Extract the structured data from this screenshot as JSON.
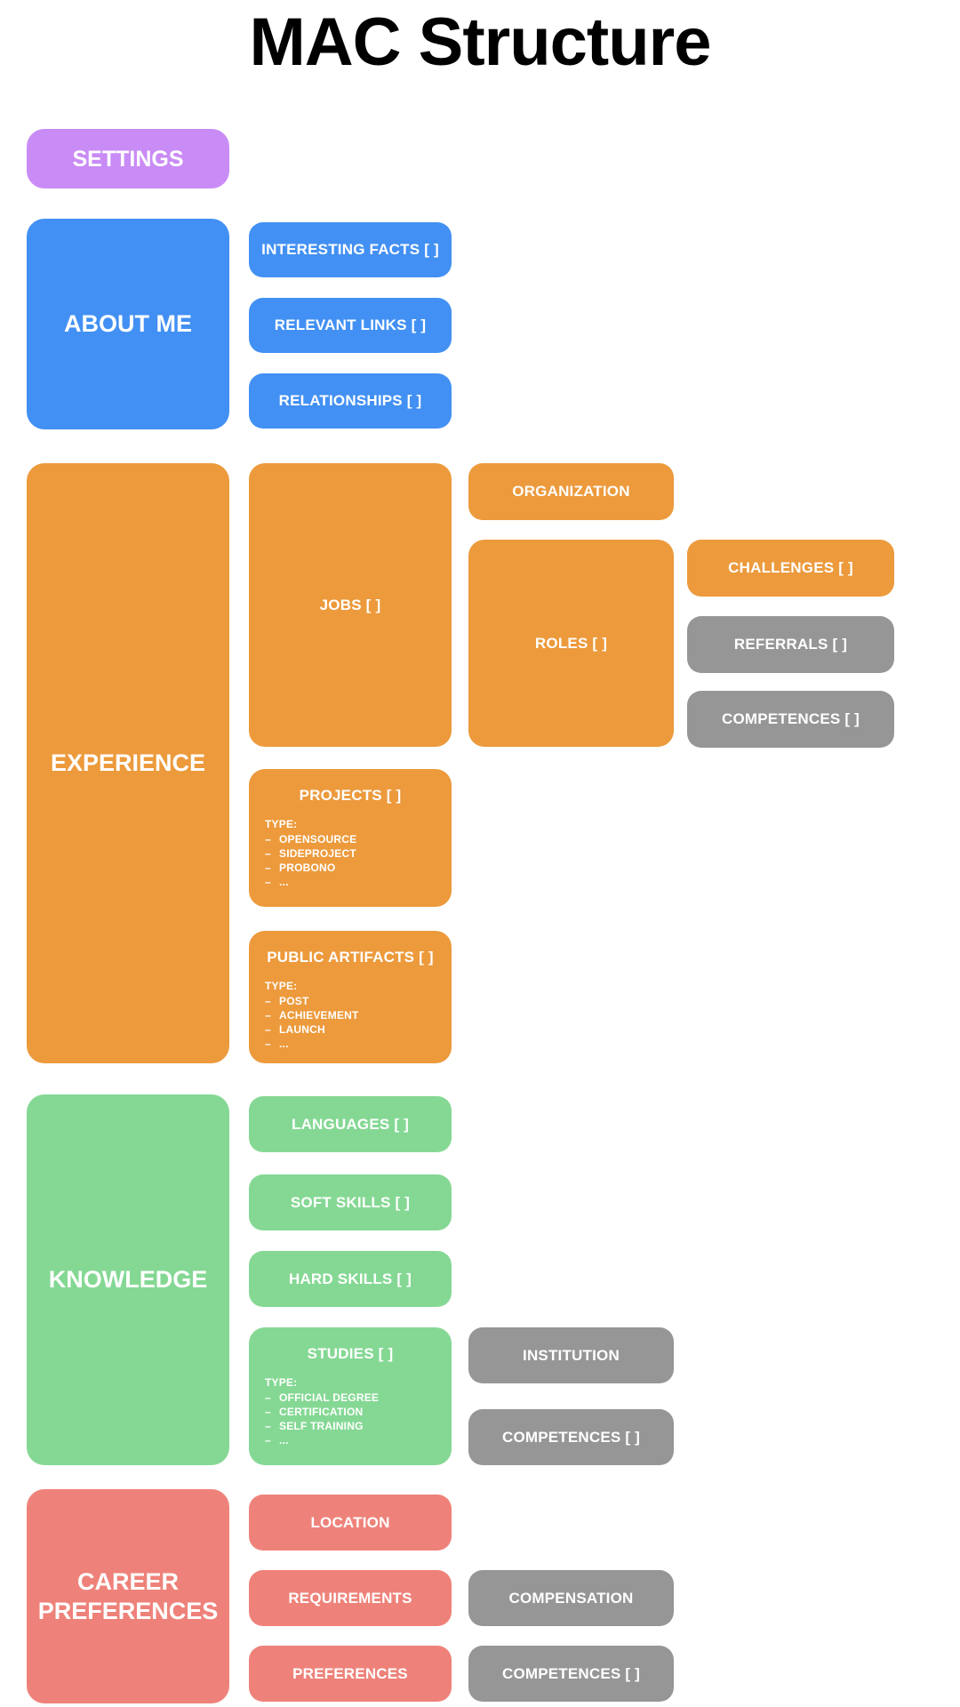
{
  "title": "MAC Structure",
  "palette": {
    "purple": "#c98bf5",
    "blue": "#4290f3",
    "orange": "#ec9a3c",
    "gray": "#969696",
    "green": "#85d894",
    "salmon": "#ee827a",
    "block_text": "#ffffff",
    "title_text": "#000000"
  },
  "misc": {
    "bullet": "–"
  },
  "settings": {
    "label": "SETTINGS"
  },
  "about_me": {
    "label": "ABOUT ME",
    "children": [
      {
        "label": "INTERESTING FACTS [ ]"
      },
      {
        "label": "RELEVANT LINKS [ ]"
      },
      {
        "label": "RELATIONSHIPS [ ]"
      }
    ]
  },
  "experience": {
    "label": "EXPERIENCE",
    "jobs": {
      "label": "JOBS [ ]"
    },
    "organization": {
      "label": "ORGANIZATION"
    },
    "roles": {
      "label": "ROLES [ ]"
    },
    "roles_children": [
      {
        "label": "CHALLENGES [ ]"
      },
      {
        "label": "REFERRALS [ ]"
      },
      {
        "label": "COMPETENCES [ ]"
      }
    ],
    "projects": {
      "label": "PROJECTS [ ]",
      "type_label": "TYPE:",
      "types": [
        "OPENSOURCE",
        "SIDEPROJECT",
        "PROBONO",
        "..."
      ]
    },
    "public_artifacts": {
      "label": "PUBLIC ARTIFACTS [ ]",
      "type_label": "TYPE:",
      "types": [
        "POST",
        "ACHIEVEMENT",
        "LAUNCH",
        "..."
      ]
    }
  },
  "knowledge": {
    "label": "KNOWLEDGE",
    "children": [
      {
        "label": "LANGUAGES [ ]"
      },
      {
        "label": "SOFT SKILLS [ ]"
      },
      {
        "label": "HARD SKILLS [ ]"
      }
    ],
    "studies": {
      "label": "STUDIES [ ]",
      "type_label": "TYPE:",
      "types": [
        "OFFICIAL DEGREE",
        "CERTIFICATION",
        "SELF TRAINING",
        "..."
      ]
    },
    "studies_children": [
      {
        "label": "INSTITUTION"
      },
      {
        "label": "COMPETENCES [ ]"
      }
    ]
  },
  "career_preferences": {
    "label": "CAREER PREFERENCES",
    "children": [
      {
        "label": "LOCATION"
      },
      {
        "label": "REQUIREMENTS"
      },
      {
        "label": "PREFERENCES"
      }
    ],
    "requirements_children": [
      {
        "label": "COMPENSATION"
      },
      {
        "label": "COMPETENCES [ ]"
      }
    ]
  }
}
